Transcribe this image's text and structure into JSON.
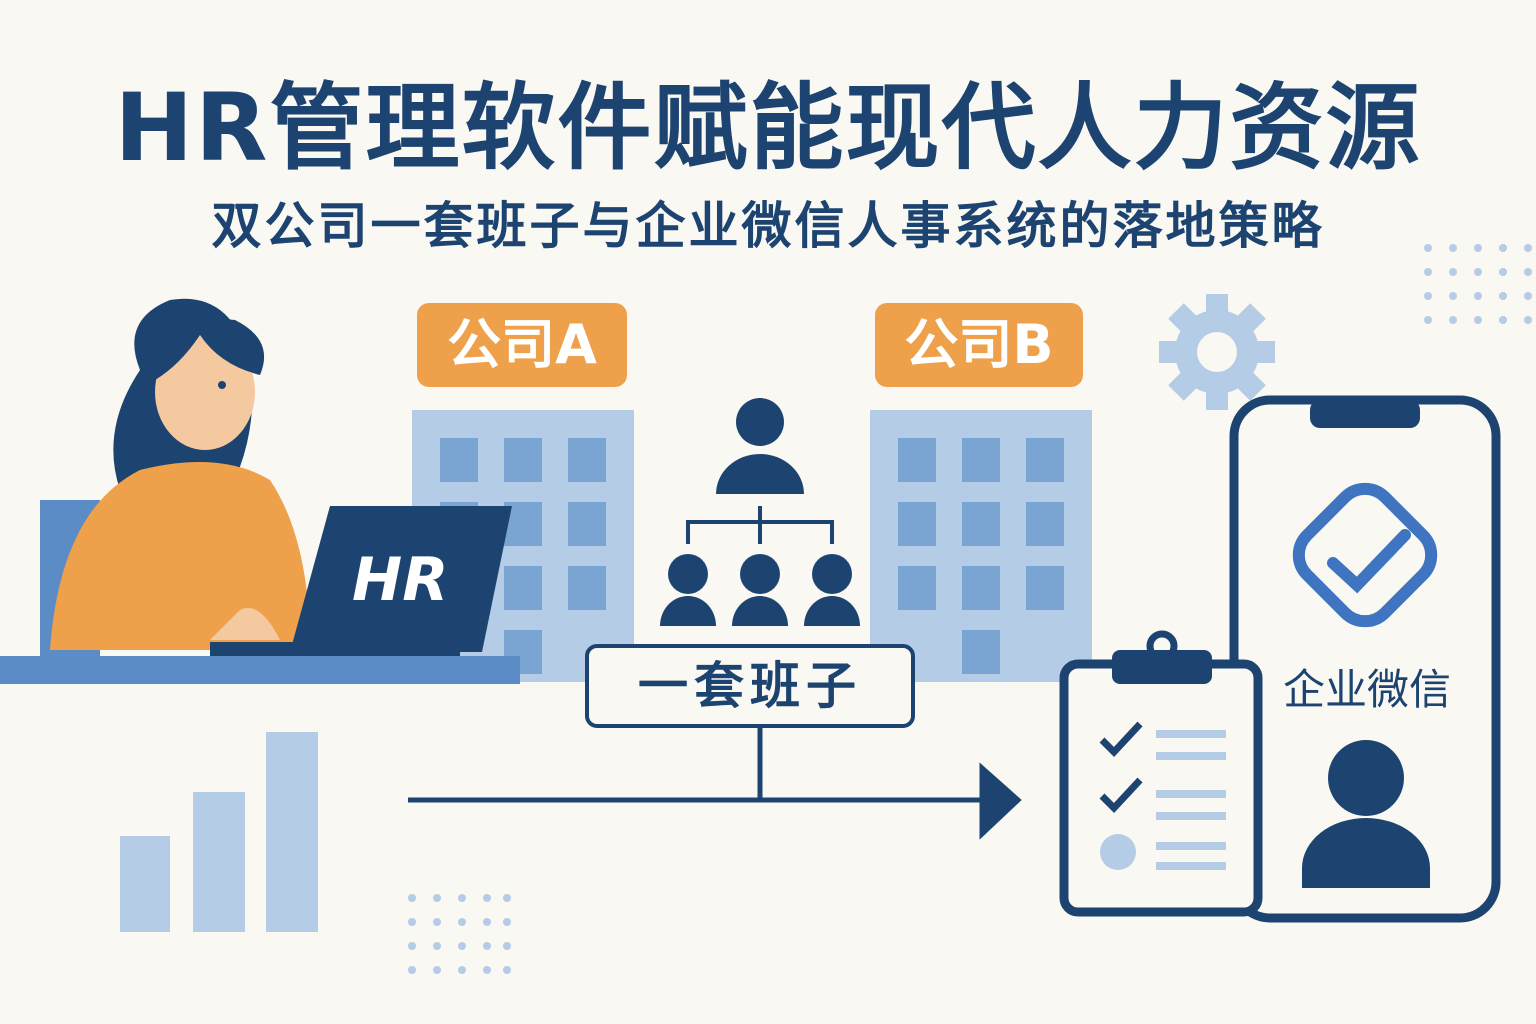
{
  "title": "HR管理软件赋能现代人力资源",
  "subtitle": "双公司一套班子与企业微信人事系统的落地策略",
  "company_a": "公司A",
  "company_b": "公司B",
  "laptop_label": "HR",
  "team_label": "一套班子",
  "wecom_label": "企业微信",
  "colors": {
    "navy": "#1d4471",
    "orange": "#eea04a",
    "light_blue": "#b4cce5",
    "mid_blue": "#5b8cc6",
    "background": "#faf8f2"
  }
}
